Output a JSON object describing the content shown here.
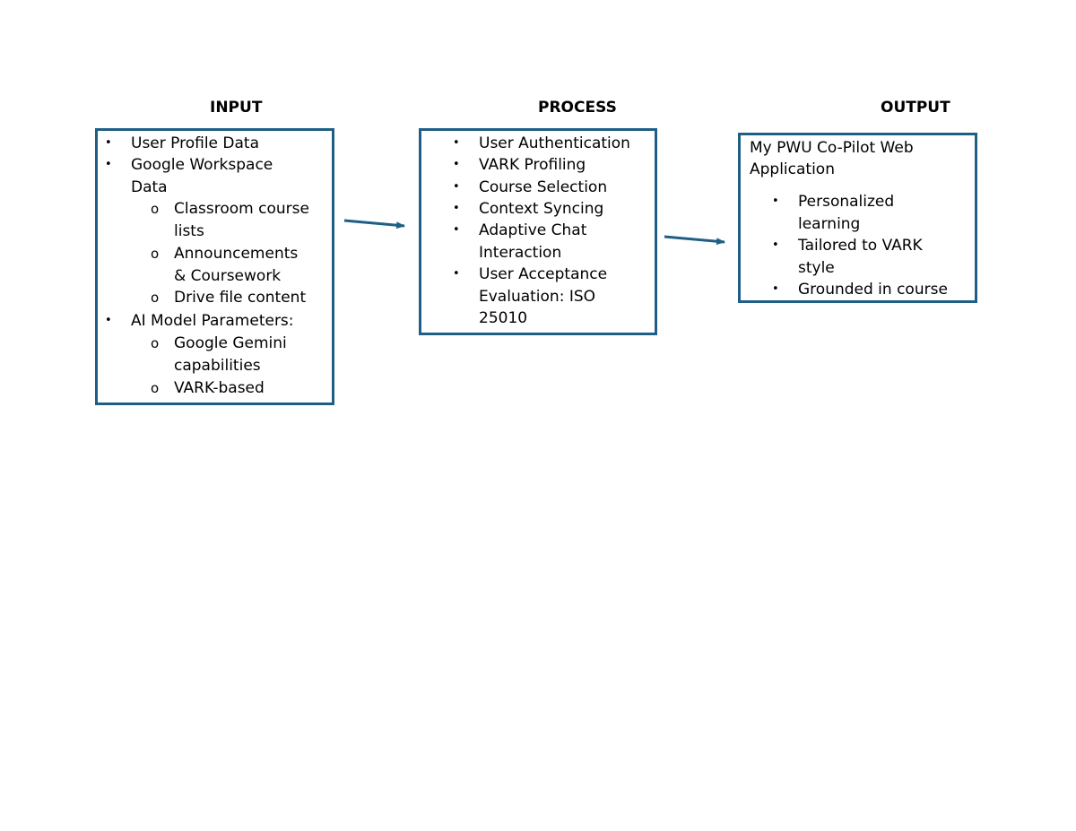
{
  "colors": {
    "border": "#1f5f86",
    "arrow": "#1f5f86"
  },
  "headings": {
    "input": "INPUT",
    "process": "PROCESS",
    "output": "OUTPUT"
  },
  "input": {
    "item1": "User Profile Data",
    "item2_line1": "Google Workspace",
    "item2_line2": "Data",
    "sub1_line1": "Classroom course",
    "sub1_line2": "lists",
    "sub2_line1": "Announcements",
    "sub2_line2": "& Coursework",
    "sub3": "Drive file content",
    "item3": "AI Model Parameters:",
    "sub4_line1": "Google Gemini",
    "sub4_line2": "capabilities",
    "sub5": "VARK-based"
  },
  "process": {
    "item1": "User Authentication",
    "item2": "VARK Profiling",
    "item3": "Course Selection",
    "item4": "Context Syncing",
    "item5_line1": "Adaptive Chat",
    "item5_line2": "Interaction",
    "item6_line1": "User Acceptance",
    "item6_line2": "Evaluation: ISO",
    "item6_line3": "25010"
  },
  "output": {
    "title_line1": "My PWU Co-Pilot Web",
    "title_line2": "Application",
    "item1_line1": "Personalized",
    "item1_line2": "learning",
    "item2_line1": "Tailored to VARK",
    "item2_line2": "style",
    "item3": "Grounded in course"
  },
  "symbols": {
    "bullet": "•",
    "sub_bullet": "o"
  }
}
